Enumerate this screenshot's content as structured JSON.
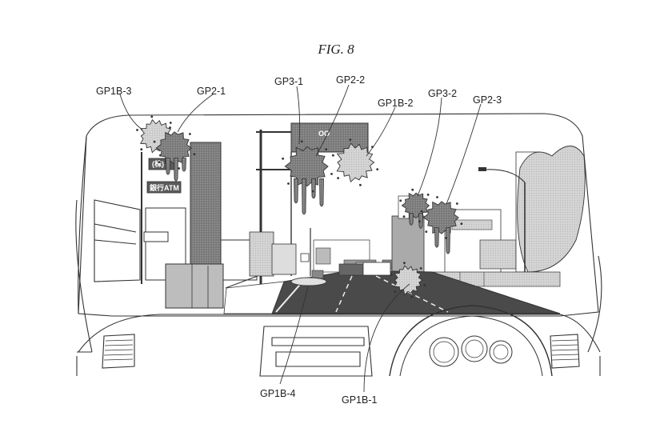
{
  "figure": {
    "caption": "FIG. 8",
    "labels": {
      "gp1b_3": "GP1B-3",
      "gp2_1": "GP2-1",
      "gp3_1": "GP3-1",
      "gp2_2": "GP2-2",
      "gp1b_2": "GP1B-2",
      "gp3_2": "GP3-2",
      "gp2_3": "GP2-3",
      "gp1b_4": "GP1B-4",
      "gp1b_1": "GP1B-1"
    },
    "signs": {
      "billboard": "OO",
      "sign_small": "(株)",
      "bank_sign": "銀行ATM"
    }
  },
  "colors": {
    "ink": "#333333",
    "grey_dark": "#6a6a6a",
    "grey_mid": "#9a9a9a",
    "grey_light": "#c8c8c8",
    "road": "#4a4a4a",
    "splat_light": "#d8d8d8"
  }
}
